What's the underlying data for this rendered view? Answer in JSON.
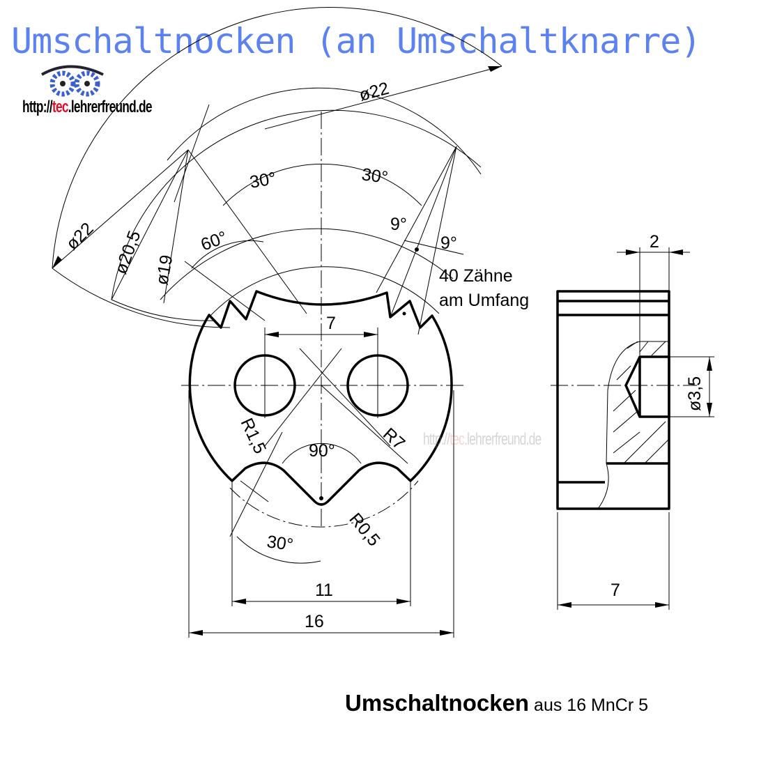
{
  "title": "Umschaltnocken (an Umschaltknarre)",
  "logo": {
    "prefix": "http://",
    "highlight": "tec",
    "suffix": ".lehrerfreund.de"
  },
  "dimensions": {
    "d22_top": "ø22",
    "d22_left": "ø22",
    "d20_5": "ø20,5",
    "d19": "ø19",
    "a30_left": "30°",
    "a30_right": "30°",
    "a60": "60°",
    "a9_left": "9°",
    "a9_right": "9°",
    "teeth_line1": "40 Zähne",
    "teeth_line2": "am Umfang",
    "w7": "7",
    "r1_5": "R1,5",
    "r7": "R7",
    "a90": "90°",
    "r0_5": "R0,5",
    "a30_bottom": "30°",
    "w11": "11",
    "w16": "16",
    "side_2": "2",
    "side_d3_5": "ø3,5",
    "side_7": "7"
  },
  "caption": {
    "part": "Umschaltnocken",
    "material": "aus 16 MnCr 5"
  }
}
